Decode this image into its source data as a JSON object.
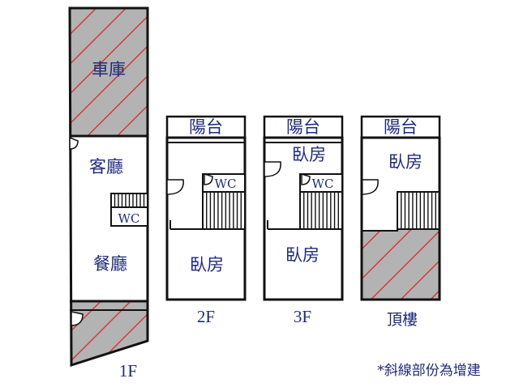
{
  "floors": {
    "f1": {
      "floor_label": "1F",
      "garage": "車庫",
      "living": "客廳",
      "wc": "WC",
      "dining": "餐廳"
    },
    "f2": {
      "floor_label": "2F",
      "balcony": "陽台",
      "wc": "WC",
      "bedroom": "臥房"
    },
    "f3": {
      "floor_label": "3F",
      "balcony": "陽台",
      "bedroom_top": "臥房",
      "wc": "WC",
      "bedroom_bottom": "臥房"
    },
    "roof": {
      "floor_label": "頂樓",
      "balcony": "陽台",
      "bedroom": "臥房"
    }
  },
  "legend": {
    "note": "*斜線部份為增建"
  },
  "colors": {
    "wall": "#111111",
    "extension_fill": "#b3b3b3",
    "hatch": "#dd2222",
    "text": "#1f2a7a"
  }
}
